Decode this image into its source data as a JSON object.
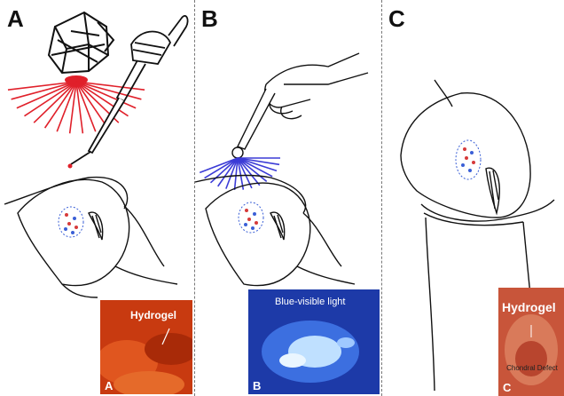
{
  "panels": [
    {
      "letter": "A",
      "photo_caption": "Hydrogel",
      "photo_letter": "A"
    },
    {
      "letter": "B",
      "photo_caption": "Blue-visible light",
      "photo_letter": "B"
    },
    {
      "letter": "C",
      "photo_caption": "Hydrogel",
      "photo_caption_2": "Chondral Defect",
      "photo_letter": "C"
    }
  ],
  "colors": {
    "uv_rays": "#e0202a",
    "blue_rays": "#3b3bd6",
    "gel_red": "#d63a3a",
    "gel_blue": "#3a5fd6",
    "photo_a_bg": "#c83a10",
    "photo_b_bg": "#1d3aa8",
    "photo_c_bg": "#c8553a"
  },
  "icons": [
    "uv-lamp-icon",
    "pipette-icon",
    "hand-light-pen-icon",
    "knee-joint-icon"
  ]
}
